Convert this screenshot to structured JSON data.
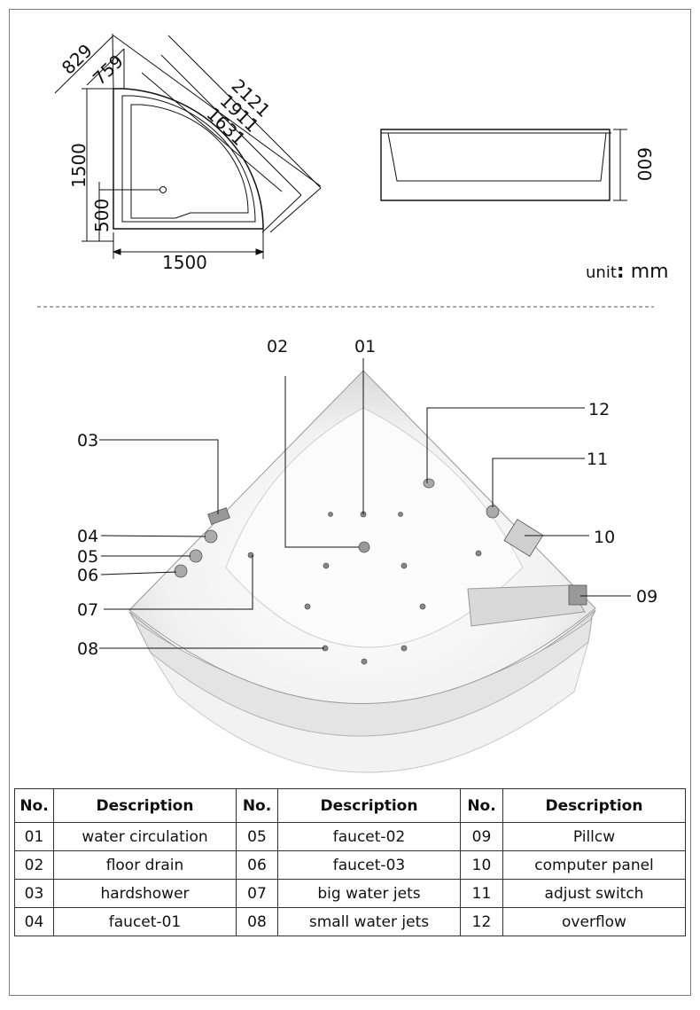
{
  "top_view": {
    "dims": {
      "d829": "829",
      "d759": "759",
      "d2121": "2121",
      "d1911": "1911",
      "d1631": "1631",
      "d1500_left": "1500",
      "d500": "500",
      "d1500_bottom": "1500"
    }
  },
  "side_view": {
    "height": "600"
  },
  "unit": {
    "label": "unit",
    "colon": ":",
    "value": "mm"
  },
  "callouts": {
    "c01": "01",
    "c02": "02",
    "c03": "03",
    "c04": "04",
    "c05": "05",
    "c06": "06",
    "c07": "07",
    "c08": "08",
    "c09": "09",
    "c10": "10",
    "c11": "11",
    "c12": "12"
  },
  "table": {
    "headers": [
      "No.",
      "Description",
      "No.",
      "Description",
      "No.",
      "Description"
    ],
    "rows": [
      [
        "01",
        "water circulation",
        "05",
        "faucet-02",
        "09",
        "Pillcw"
      ],
      [
        "02",
        "floor drain",
        "06",
        "faucet-03",
        "10",
        "computer panel"
      ],
      [
        "03",
        "hardshower",
        "07",
        "big water jets",
        "11",
        "adjust switch"
      ],
      [
        "04",
        "faucet-01",
        "08",
        "small water jets",
        "12",
        "overflow"
      ]
    ]
  }
}
